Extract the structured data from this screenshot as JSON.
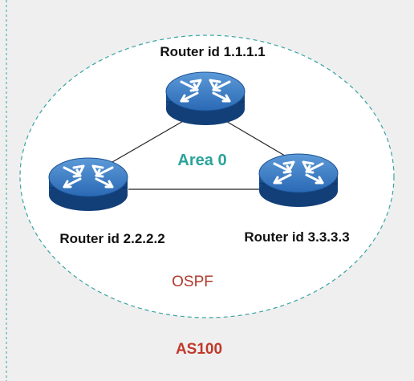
{
  "diagram": {
    "routers": [
      {
        "id": "r1",
        "label": "Router id 1.1.1.1"
      },
      {
        "id": "r2",
        "label": "Router id 2.2.2.2"
      },
      {
        "id": "r3",
        "label": "Router id 3.3.3.3"
      }
    ],
    "links": [
      {
        "from": "r1",
        "to": "r2"
      },
      {
        "from": "r1",
        "to": "r3"
      },
      {
        "from": "r2",
        "to": "r3"
      }
    ],
    "area_label": "Area 0",
    "protocol_label": "OSPF",
    "as_label": "AS100",
    "router_icon": "router-icon"
  },
  "colors": {
    "background": "#efefef",
    "boundary_dash": "#3aa3a3",
    "area_text": "#2aa39a",
    "ospf_text": "#b03a2e",
    "as_text": "#c0392b",
    "router_body": "#1f5fa8"
  }
}
